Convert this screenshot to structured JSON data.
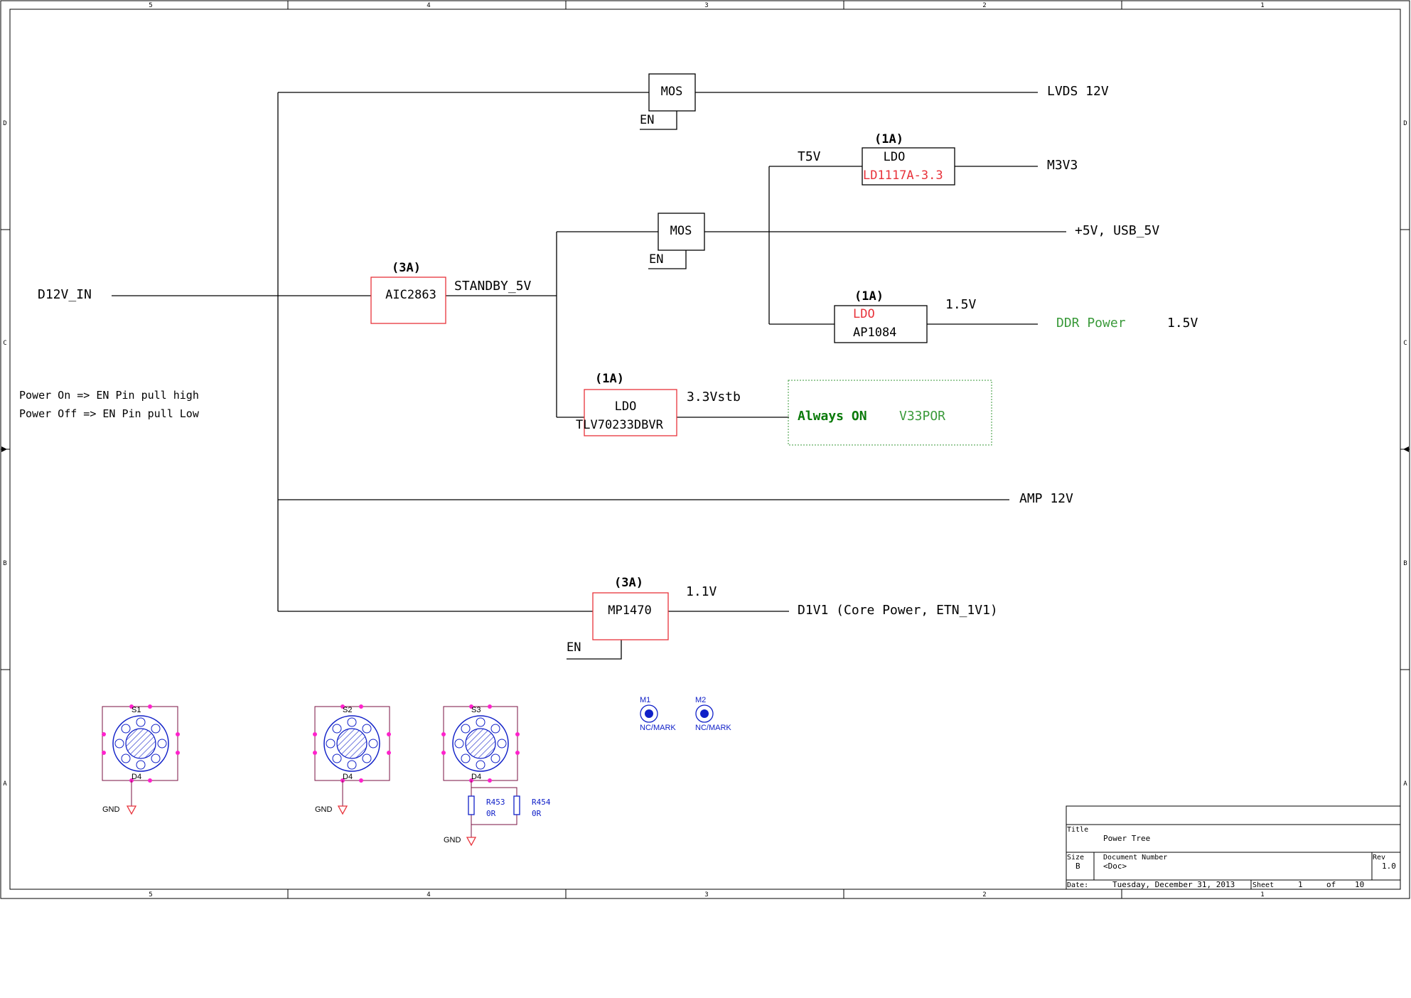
{
  "frame": {
    "columns": [
      "5",
      "4",
      "3",
      "2",
      "1"
    ],
    "rows": [
      "D",
      "C",
      "B",
      "A"
    ]
  },
  "nets": {
    "input": "D12V_IN",
    "standby": "STANDBY_5V",
    "t5v": "T5V",
    "v33stb": "3.3Vstb",
    "v15": "1.5V",
    "v11": "1.1V",
    "en": "EN"
  },
  "parts": {
    "mos_top": "MOS",
    "mos_mid": "MOS",
    "aic": "AIC2863",
    "aic_current": "(3A)",
    "ldo_m3v3": "LDO",
    "ldo_m3v3_part": "LD1117A-3.3",
    "ldo_m3v3_current": "(1A)",
    "ldo_ddr": "LDO",
    "ldo_ddr_part": "AP1084",
    "ldo_ddr_current": "(1A)",
    "ldo_stb": "LDO",
    "ldo_stb_part": "TLV70233DBVR",
    "ldo_stb_current": "(1A)",
    "mp": "MP1470",
    "mp_current": "(3A)"
  },
  "outputs": {
    "lvds": "LVDS 12V",
    "m3v3": "M3V3",
    "usb": "+5V, USB_5V",
    "ddr": "DDR Power",
    "ddr_v": "1.5V",
    "always_on": "Always ON",
    "v33por": "V33POR",
    "amp": "AMP 12V",
    "core": "D1V1 (Core Power, ETN_1V1)"
  },
  "notes": {
    "line1": "Power On => EN Pin pull high",
    "line2": "Power Off => EN Pin pull Low"
  },
  "hardware": {
    "s1": "S1",
    "s2": "S2",
    "s3": "S3",
    "d4": "D4",
    "gnd": "GND",
    "r453": "R453",
    "r454": "R454",
    "r_val": "0R",
    "m1": "M1",
    "m2": "M2",
    "nc_mark": "NC/MARK"
  },
  "title_block": {
    "title_label": "Title",
    "title": "Power Tree",
    "size_label": "Size",
    "size": "B",
    "docnum_label": "Document Number",
    "docnum": "<Doc>",
    "rev_label": "Rev",
    "rev": "1.0",
    "date_label": "Date:",
    "date": "Tuesday, December 31, 2013",
    "sheet_label": "Sheet",
    "sheet": "1",
    "of_label": "of",
    "sheets": "10"
  },
  "colors": {
    "wire": "#000000",
    "ic_red": "#e8323a",
    "green": "#3a9a3a",
    "dark_green": "#0a7a0a",
    "blue": "#1020c8",
    "magenta": "#ff22cc",
    "pad_outline": "#7a1040",
    "gnd_red": "#e8323a"
  }
}
